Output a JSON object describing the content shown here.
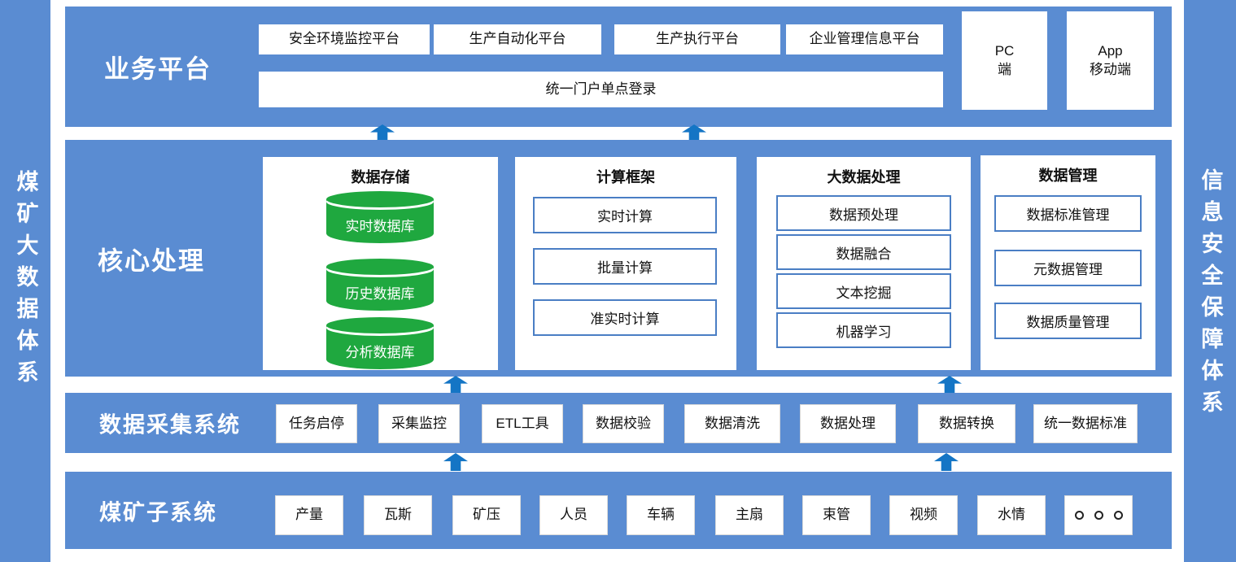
{
  "colors": {
    "band_blue": "#5A8CD2",
    "arrow_blue": "#1475C5",
    "db_green": "#1FA83F",
    "item_border": "#4A7EC4"
  },
  "left_sidebar": {
    "label": "煤矿大数据体系"
  },
  "right_sidebar": {
    "label": "信息安全保障体系"
  },
  "business_platform": {
    "label": "业务平台",
    "apps": [
      "安全环境监控平台",
      "生产自动化平台",
      "生产执行平台",
      "企业管理信息平台"
    ],
    "sso": "统一门户单点登录",
    "clients": [
      {
        "line1": "PC",
        "line2": "端"
      },
      {
        "line1": "App",
        "line2": "移动端"
      }
    ]
  },
  "core_processing": {
    "label": "核心处理",
    "panels": [
      {
        "title": "数据存储",
        "items": [
          "实时数据库",
          "历史数据库",
          "分析数据库"
        ]
      },
      {
        "title": "计算框架",
        "items": [
          "实时计算",
          "批量计算",
          "准实时计算"
        ]
      },
      {
        "title": "大数据处理",
        "items": [
          "数据预处理",
          "数据融合",
          "文本挖掘",
          "机器学习"
        ]
      },
      {
        "title": "数据管理",
        "items": [
          "数据标准管理",
          "元数据管理",
          "数据质量管理"
        ]
      }
    ]
  },
  "data_collection": {
    "label": "数据采集系统",
    "items": [
      "任务启停",
      "采集监控",
      "ETL工具",
      "数据校验",
      "数据清洗",
      "数据处理",
      "数据转换",
      "统一数据标准"
    ]
  },
  "subsystems": {
    "label": "煤矿子系统",
    "items": [
      "产量",
      "瓦斯",
      "矿压",
      "人员",
      "车辆",
      "主扇",
      "束管",
      "视频",
      "水情"
    ],
    "more": "。。。"
  }
}
